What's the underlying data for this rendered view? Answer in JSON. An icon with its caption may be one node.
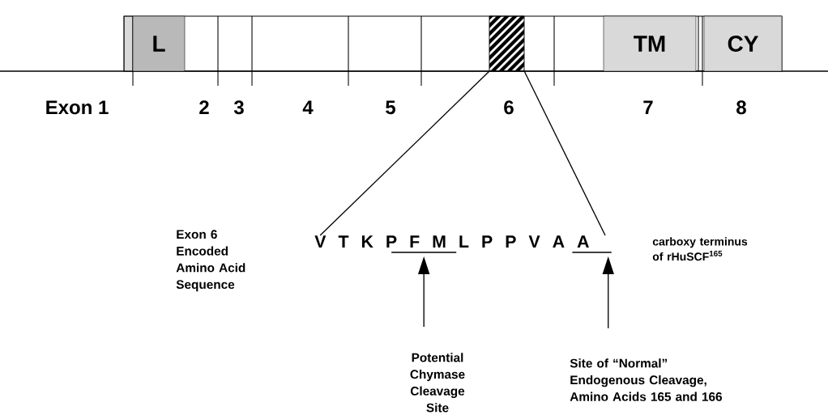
{
  "diagram": {
    "nodes": [
      {
        "text": [
          "L"
        ]
      },
      {
        "text": [],
        "shape": "box"
      },
      {
        "text": [
          "TM"
        ]
      },
      {
        "text": [
          "CY"
        ]
      },
      {
        "text": [
          "V T K P F M L P P V A A"
        ]
      },
      {
        "text": [
          "Potential Chymase Cleavage Site"
        ]
      },
      {
        "text": [
          "Site of “Normal” Endogenous Cleavage, Amino Acids 165 and 166"
        ]
      }
    ],
    "edges": [
      {
        "from": 1,
        "to": 4,
        "arrow": "none"
      },
      {
        "from": 1,
        "to": 4,
        "arrow": "none"
      },
      {
        "from": 5,
        "to": 4,
        "arrow": "to"
      },
      {
        "from": 6,
        "to": 4,
        "arrow": "to"
      }
    ],
    "labels": [
      "Exon 1",
      "2",
      "3",
      "4",
      "5",
      "6",
      "7",
      "8",
      "Exon 6 Encoded Amino Acid Sequence",
      "carboxy terminus of rHuSCF$^{165}$"
    ]
  }
}
